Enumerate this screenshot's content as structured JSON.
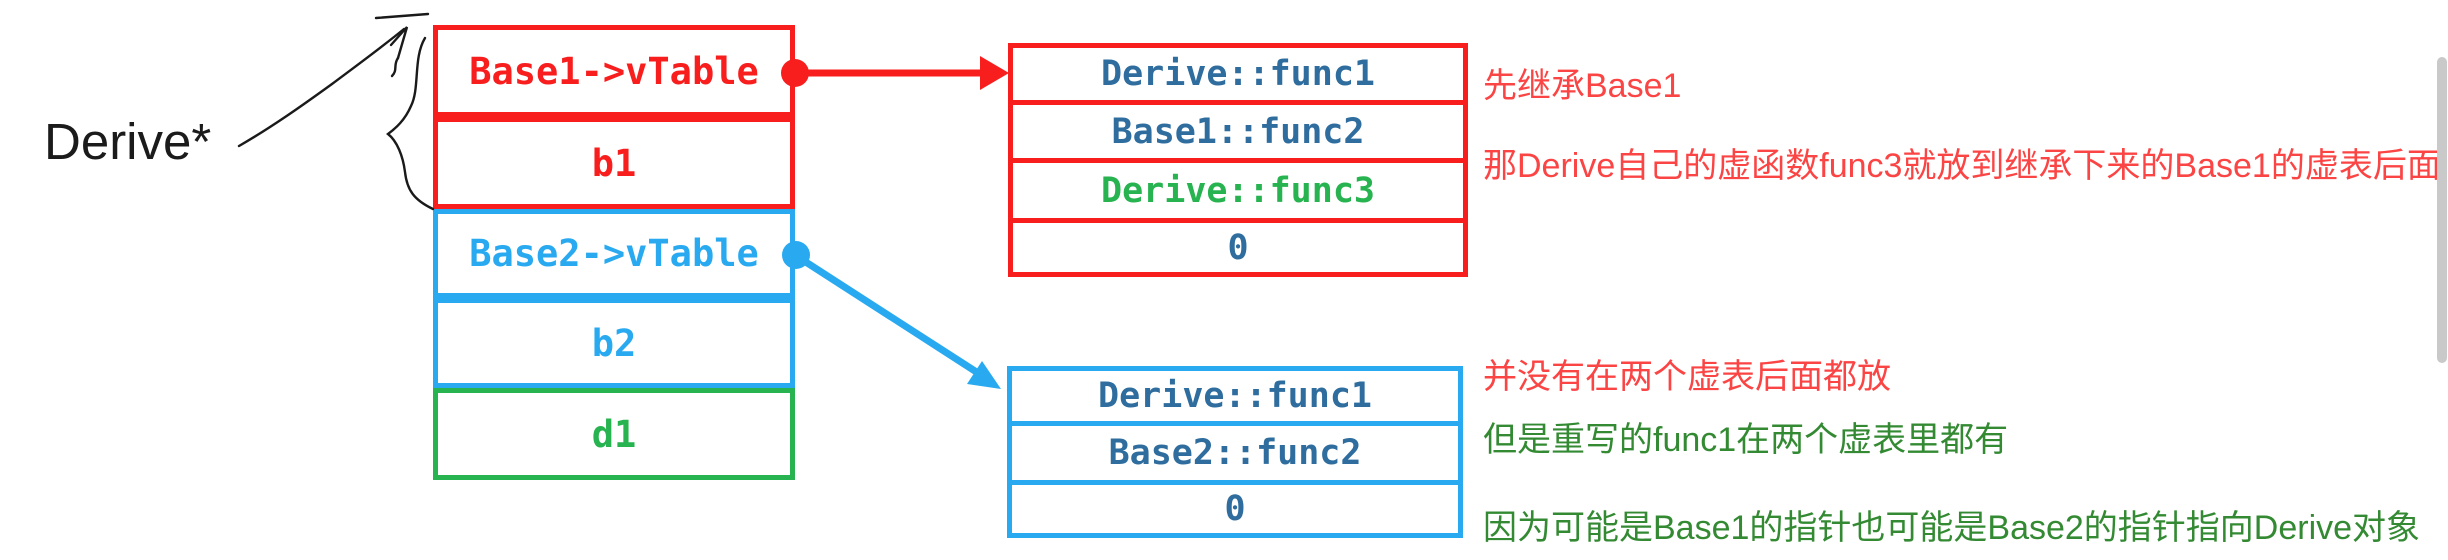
{
  "diagram": {
    "pointer_label": "Derive*",
    "object_layout": {
      "rows": [
        {
          "label": "Base1->vTable",
          "section": "Base1",
          "color": "#f81e1e"
        },
        {
          "label": "b1",
          "section": "Base1",
          "color": "#f81e1e"
        },
        {
          "label": "Base2->vTable",
          "section": "Base2",
          "color": "#29aaf0"
        },
        {
          "label": "b2",
          "section": "Base2",
          "color": "#29aaf0"
        },
        {
          "label": "d1",
          "section": "Derive",
          "color": "#27b350"
        }
      ]
    },
    "base1_vtable": {
      "border_color": "#f81e1e",
      "rows": [
        {
          "label": "Derive::func1",
          "color": "#2e6d9e"
        },
        {
          "label": "Base1::func2",
          "color": "#2e6d9e"
        },
        {
          "label": "Derive::func3",
          "color": "#27b350"
        },
        {
          "label": "0",
          "color": "#2e6d9e"
        }
      ]
    },
    "base2_vtable": {
      "border_color": "#29aaf0",
      "rows": [
        {
          "label": "Derive::func1",
          "color": "#2e6d9e"
        },
        {
          "label": "Base2::func2",
          "color": "#2e6d9e"
        },
        {
          "label": "0",
          "color": "#2e6d9e"
        }
      ]
    }
  },
  "annotations": [
    {
      "text": "先继承Base1",
      "color": "#fb4444"
    },
    {
      "text": "那Derive自己的虚函数func3就放到继承下来的Base1的虚表后面",
      "color": "#fb4444"
    },
    {
      "text": "并没有在两个虚表后面都放",
      "color": "#fb4444"
    },
    {
      "text": "但是重写的func1在两个虚表里都有",
      "color": "#338a33"
    },
    {
      "text": "因为可能是Base1的指针也可能是Base2的指针指向Derive对象",
      "color": "#338a33"
    }
  ],
  "colors": {
    "red": "#f81e1e",
    "cyan": "#29aaf0",
    "green": "#27b350",
    "vtable_entry_blue": "#2e6d9e",
    "annotation_red": "#fb4444",
    "annotation_green": "#338a33",
    "scrollbar_thumb": "#c9c9c9",
    "handdrawn_black": "#1a1a1a"
  }
}
